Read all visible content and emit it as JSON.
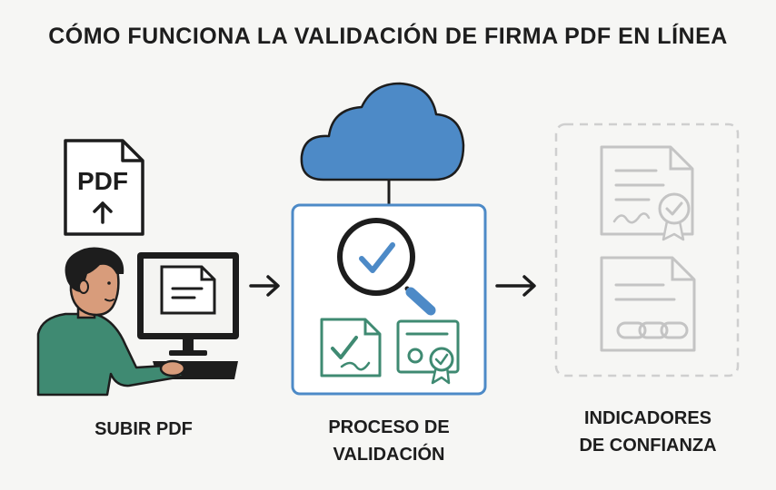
{
  "title": "CÓMO FUNCIONA LA VALIDACIÓN DE FIRMA PDF EN LÍNEA",
  "steps": [
    {
      "label_line1": "SUBIR PDF",
      "label_line2": ""
    },
    {
      "label_line1": "PROCESO DE",
      "label_line2": "VALIDACIÓN"
    },
    {
      "label_line1": "INDICADORES",
      "label_line2": "DE CONFIANZA"
    }
  ],
  "pdf_icon_text": "PDF",
  "icons": [
    "pdf-upload-icon",
    "person-at-computer-icon",
    "arrow-right-icon",
    "cloud-icon",
    "magnifier-check-icon",
    "signed-document-icon",
    "certificate-icon",
    "certified-document-icon",
    "chain-document-icon"
  ],
  "colors": {
    "accent_blue": "#4d8ac7",
    "accent_green": "#3f8a72",
    "ink": "#1d1d1d",
    "faded": "#c9c9c9"
  }
}
